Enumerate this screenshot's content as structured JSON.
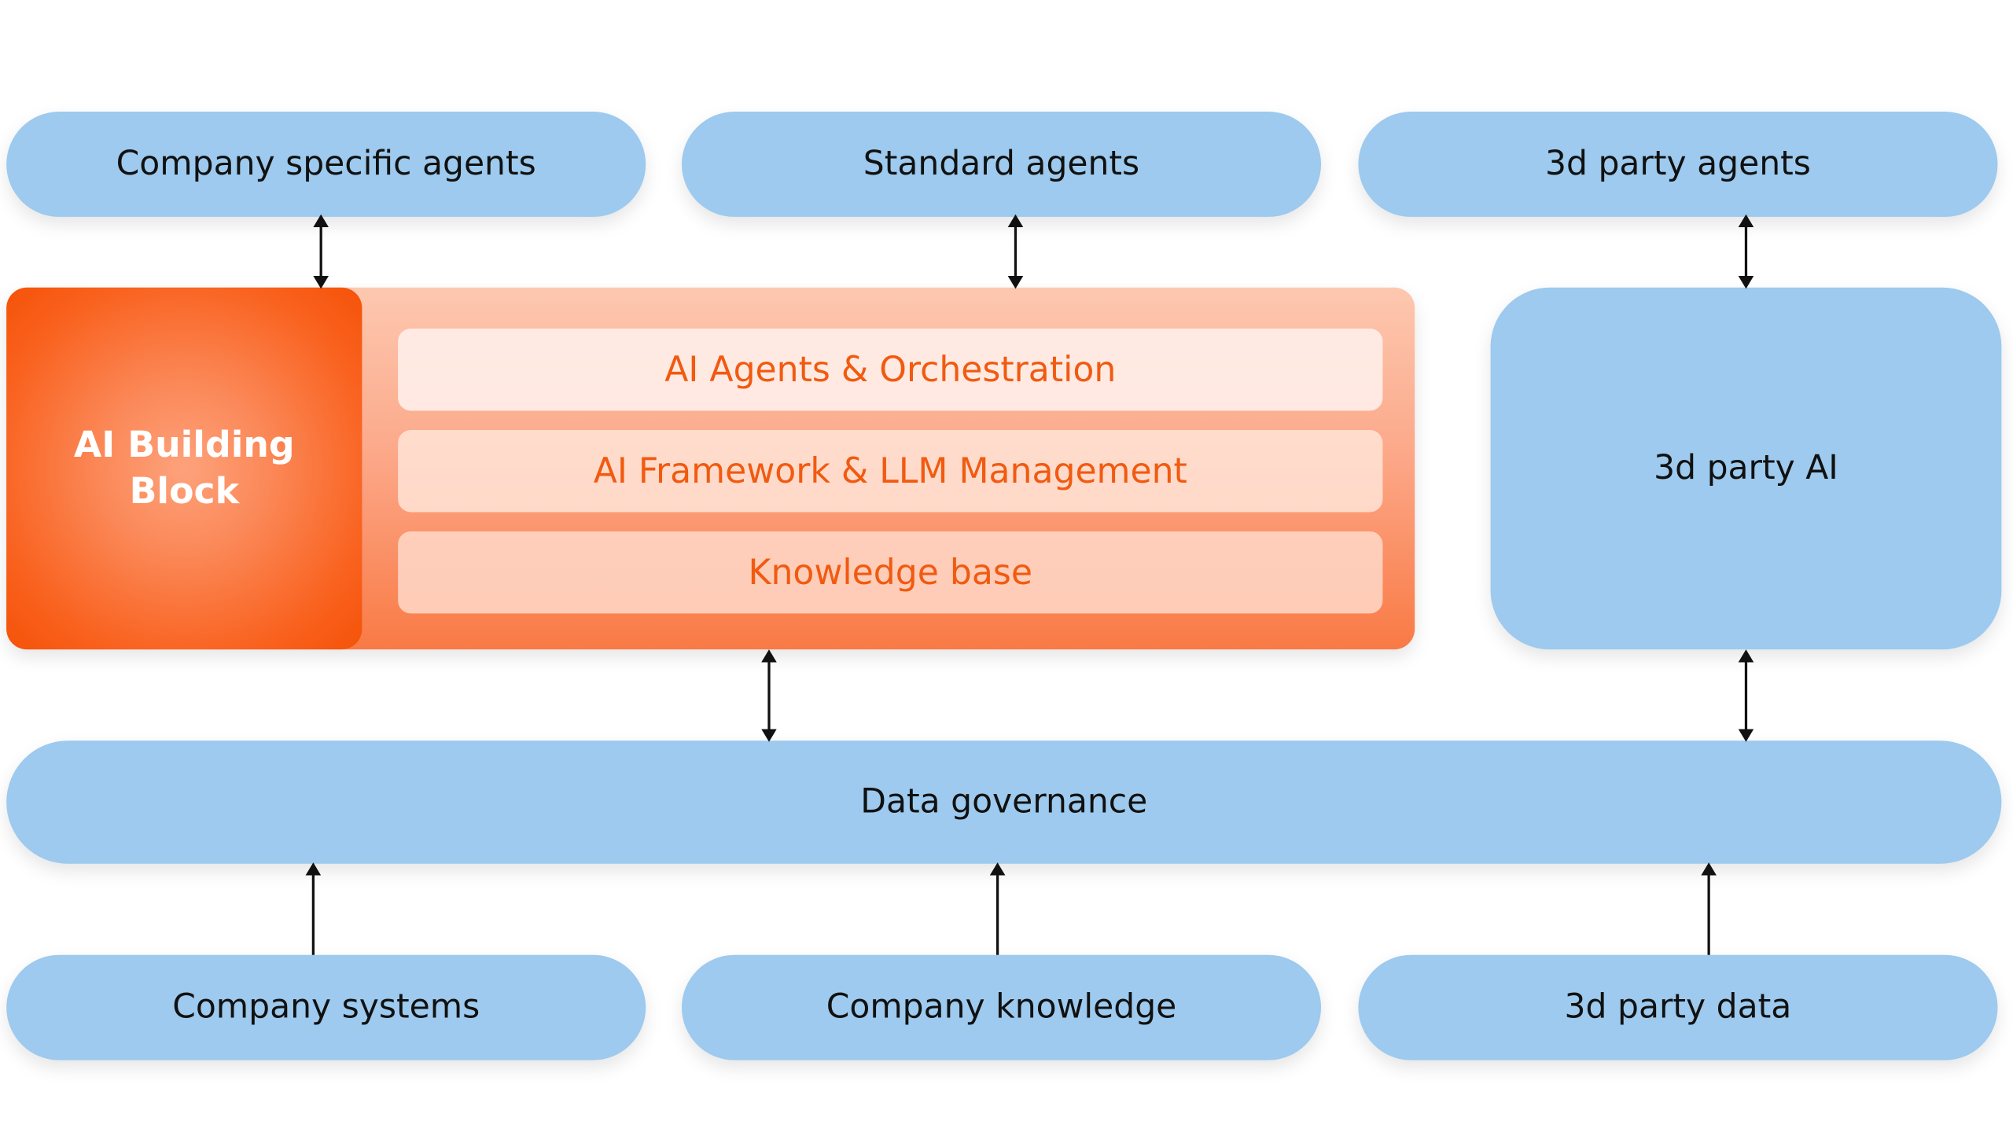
{
  "top_row": {
    "company_specific_agents": "Company specific agents",
    "standard_agents": "Standard agents",
    "third_party_agents": "3d party agents"
  },
  "ai_block": {
    "title": "AI Building\nBlock",
    "layers": [
      "AI Agents & Orchestration",
      "AI Framework & LLM Management",
      "Knowledge base"
    ]
  },
  "third_party_ai": "3d party AI",
  "data_governance": "Data governance",
  "bottom_row": {
    "company_systems": "Company systems",
    "company_knowledge": "Company knowledge",
    "third_party_data": "3d party data"
  },
  "colors": {
    "pill_blue": "#9dcaee",
    "accent_orange": "#f15a10",
    "block_orange": "#f55208",
    "arrow": "#111111"
  }
}
